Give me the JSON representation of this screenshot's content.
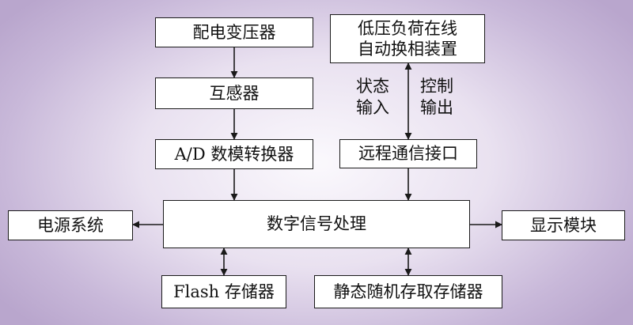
{
  "blocks": {
    "transformer": "配电变压器",
    "mutual_inductor": "互感器",
    "ad_converter": "A/D 数模转换器",
    "dsp": "数字信号处理",
    "power_system": "电源系统",
    "display_module": "显示模块",
    "flash_storage": "Flash 存储器",
    "sram": "静态随机存取存储器",
    "phase_device": [
      "低压负荷在线",
      "自动换相装置"
    ],
    "remote_comm": "远程通信接口"
  },
  "labels": {
    "state_input": [
      "状态",
      "输入"
    ],
    "control_output": [
      "控制",
      "输出"
    ]
  },
  "colors": {
    "line": "#1a1a1a",
    "box_fill": "#ffffff",
    "background_center": "#fbf9fd",
    "background_edge": "#b9a6cd"
  }
}
